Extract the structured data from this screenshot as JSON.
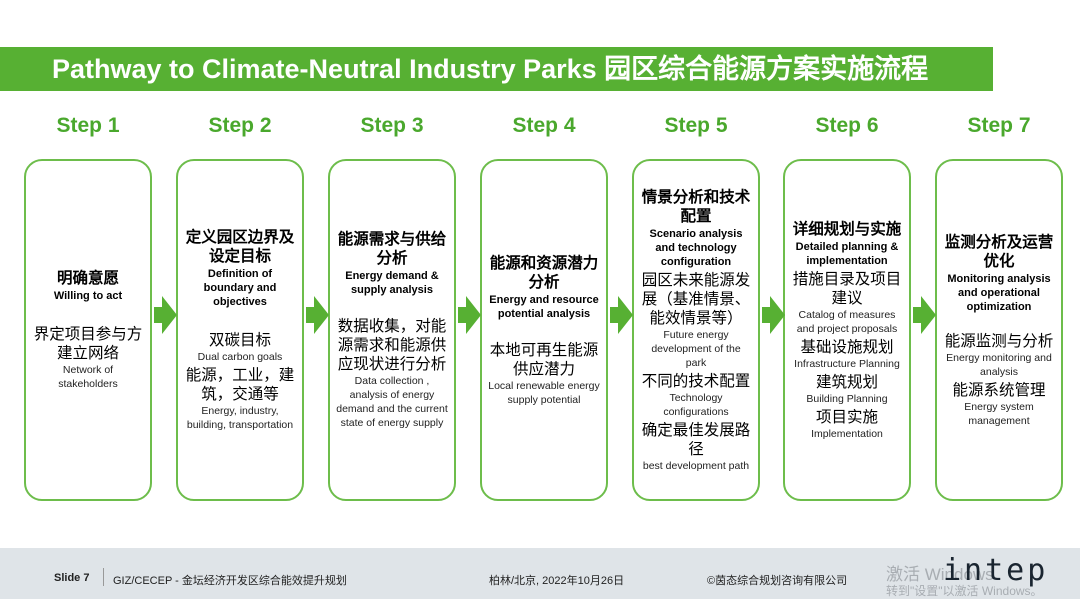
{
  "title": "Pathway to Climate-Neutral Industry Parks 园区综合能源方案实施流程",
  "steps": [
    {
      "label": "Step 1",
      "zh_title": "明确意愿",
      "en_title": "Willing to act",
      "items": [
        {
          "zh": "界定项目参与方建立网络",
          "en": "Network of stakeholders"
        }
      ]
    },
    {
      "label": "Step 2",
      "zh_title": "定义园区边界及设定目标",
      "en_title": "Definition of boundary and objectives",
      "items": [
        {
          "zh": "双碳目标",
          "en": "Dual carbon goals"
        },
        {
          "zh": "能源，工业，建筑，交通等",
          "en": "Energy, industry, building, transportation"
        }
      ]
    },
    {
      "label": "Step 3",
      "zh_title": "能源需求与供给分析",
      "en_title": "Energy demand & supply analysis",
      "items": [
        {
          "zh": "数据收集，对能源需求和能源供应现状进行分析",
          "en": "Data collection , analysis of energy demand and the current state of energy supply"
        }
      ]
    },
    {
      "label": "Step 4",
      "zh_title": "能源和资源潜力分析",
      "en_title": "Energy and resource potential analysis",
      "items": [
        {
          "zh": "本地可再生能源供应潜力",
          "en": "Local renewable energy supply potential"
        }
      ]
    },
    {
      "label": "Step 5",
      "zh_title": "情景分析和技术配置",
      "en_title": "Scenario analysis and technology configuration",
      "items": [
        {
          "zh": "园区未来能源发展（基准情景、能效情景等）",
          "en": "Future energy development of the park"
        },
        {
          "zh": "不同的技术配置",
          "en": "Technology configurations"
        },
        {
          "zh": "确定最佳发展路径",
          "en": "best development path"
        }
      ]
    },
    {
      "label": "Step 6",
      "zh_title": "详细规划与实施",
      "en_title": "Detailed planning & implementation",
      "items": [
        {
          "zh": "措施目录及项目建议",
          "en": "Catalog of measures and project proposals"
        },
        {
          "zh": "基础设施规划",
          "en": "Infrastructure Planning"
        },
        {
          "zh": "建筑规划",
          "en": "Building Planning"
        },
        {
          "zh": "项目实施",
          "en": "Implementation"
        }
      ]
    },
    {
      "label": "Step 7",
      "zh_title": "监测分析及运营优化",
      "en_title": "Monitoring analysis and operational optimization",
      "items": [
        {
          "zh": "能源监测与分析",
          "en": "Energy monitoring and analysis"
        },
        {
          "zh": "能源系统管理",
          "en": "Energy system management"
        }
      ]
    }
  ],
  "footer": {
    "slide": "Slide 7",
    "project": "GIZ/CECEP - 金坛经济开发区综合能效提升规划",
    "place_date": "柏林/北京, 2022年10月26日",
    "copyright": "©茵态综合规划咨询有限公司",
    "logo_text": "intep",
    "watermark_line1": "激活 Windows",
    "watermark_line2": "转到\"设置\"以激活 Windows。"
  },
  "colors": {
    "accent": "#57b033",
    "footer_bg": "#dfe4e8"
  }
}
